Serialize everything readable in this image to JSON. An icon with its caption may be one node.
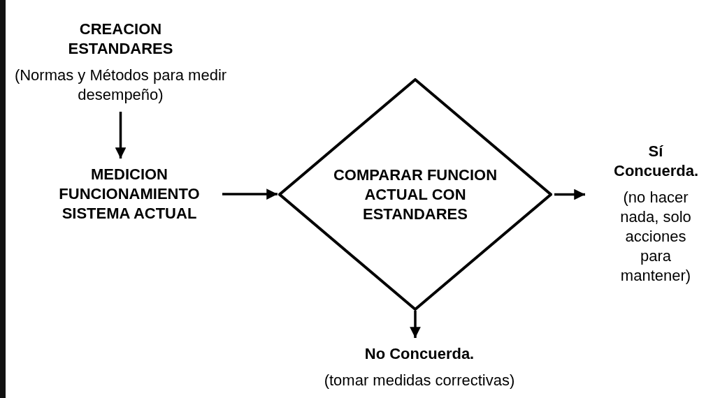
{
  "diagram": {
    "nodes": [
      {
        "text": [
          "CREACION ESTANDARES",
          "(Normas y Métodos para medir desempeño)"
        ]
      },
      {
        "text": [
          "MEDICION FUNCIONAMIENTO SISTEMA ACTUAL"
        ]
      },
      {
        "text": [
          "COMPARAR FUNCION ACTUAL CON ESTANDARES"
        ]
      },
      {
        "text": [
          "Sí Concuerda.",
          "(no hacer nada, solo acciones para mantener)"
        ]
      },
      {
        "text": [
          "No Concuerda.",
          "(tomar medidas correctivas)"
        ]
      }
    ],
    "edges": [
      {
        "from": 0,
        "to": 1,
        "arrow": "to"
      },
      {
        "from": 1,
        "to": 2,
        "arrow": "to"
      },
      {
        "from": 2,
        "to": 3,
        "arrow": "to"
      },
      {
        "from": 2,
        "to": 4,
        "arrow": "to"
      }
    ]
  }
}
